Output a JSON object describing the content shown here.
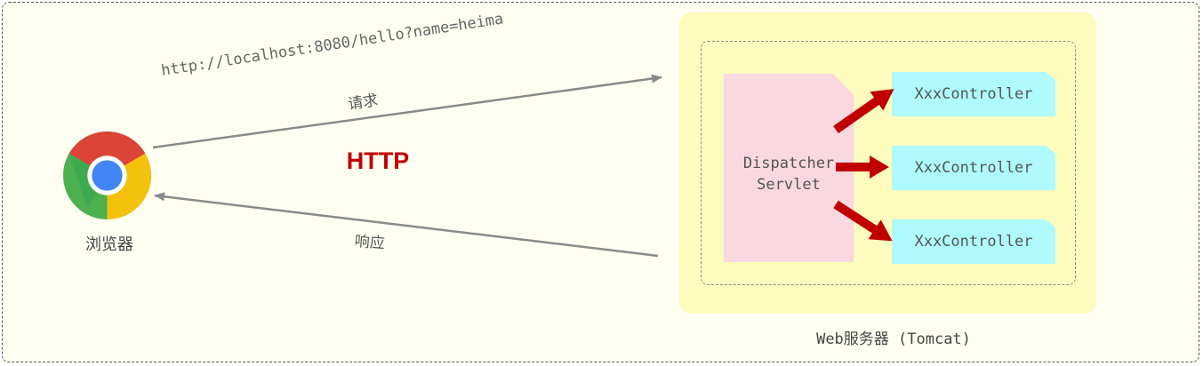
{
  "browser": {
    "label": "浏览器",
    "icon": "chrome-browser-icon"
  },
  "protocol": {
    "label": "HTTP",
    "color": "#c00000"
  },
  "request": {
    "url": "http://localhost:8080/hello?name=heima",
    "label": "请求"
  },
  "response": {
    "label": "响应"
  },
  "server": {
    "label": "Web服务器 (Tomcat)",
    "background": "#fdfbbd",
    "dispatcher": {
      "label": "Dispatcher\nServlet",
      "color": "#f9d8df"
    },
    "controllers": [
      {
        "label": "XxxController"
      },
      {
        "label": "XxxController"
      },
      {
        "label": "XxxController"
      }
    ],
    "controller_color": "#aefafd"
  }
}
